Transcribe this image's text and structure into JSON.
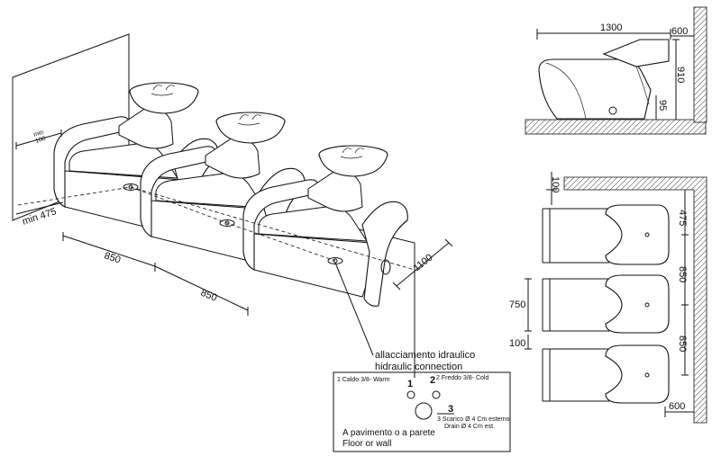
{
  "perspective": {
    "dims": {
      "min100": "min",
      "min100_value": "100",
      "min475": "min 475",
      "d850_1": "850",
      "d850_2": "850",
      "d1100": "1100"
    },
    "connection_label_it": "allacciamento idraulico",
    "connection_label_en": "hidraulic connection"
  },
  "legend": {
    "n1": "1",
    "n2": "2",
    "n3": "3",
    "hot": "1 Caldo 3/8- Warm",
    "cold": "2 Freddo 3/8- Cold",
    "drain_it": "3 Scarico Ø 4 Cm esterno",
    "drain_en": "Drain  Ø 4 Cm est.",
    "floor_it": "A pavimento o a parete",
    "floor_en": "Floor or wall"
  },
  "side_view": {
    "d1300": "1300",
    "d600": "600",
    "d910": "910",
    "d95": "95"
  },
  "plan_view": {
    "d100_top": "100",
    "d475": "475",
    "d850_a": "850",
    "d750": "750",
    "d100_mid": "100",
    "d850_b": "850",
    "d600": "600"
  }
}
